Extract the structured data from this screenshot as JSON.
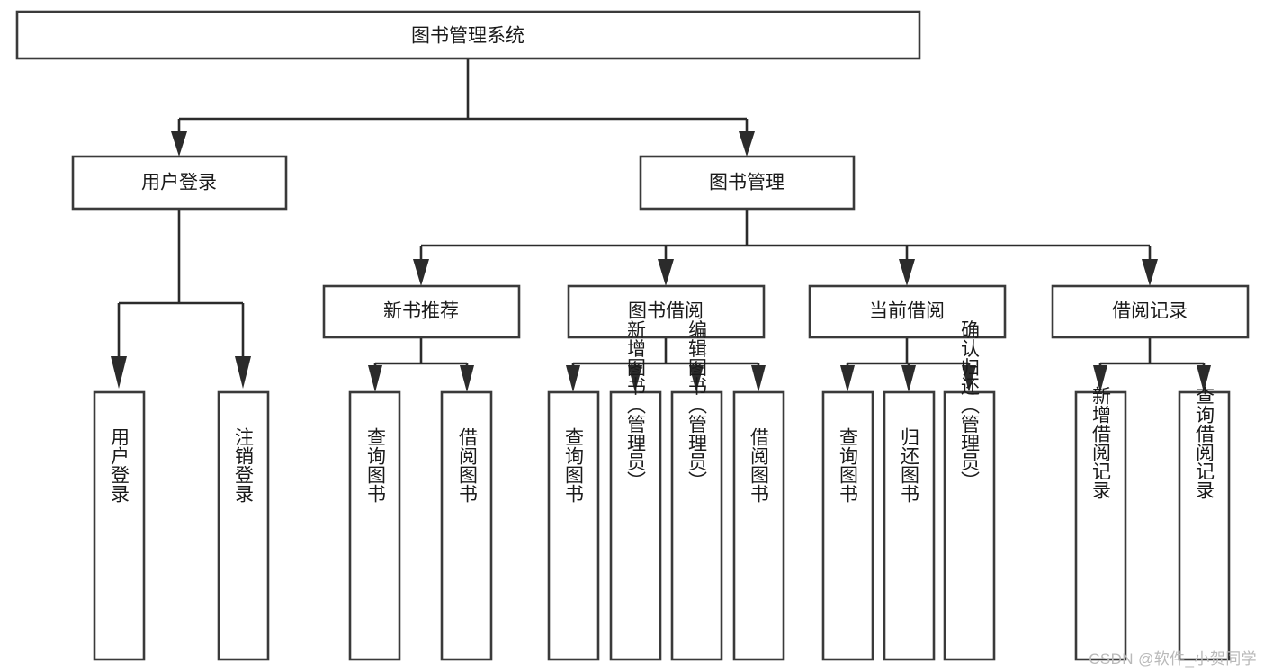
{
  "diagram": {
    "type": "tree",
    "title": "图书管理系统",
    "orientation": "top-down",
    "style": {
      "background": "#ffffff",
      "box_fill": "#ffffff",
      "box_stroke": "#3a3a3a",
      "connector_stroke": "#2b2b2b",
      "label_color": "#1a1a1a",
      "watermark_color": "#b9b9b9"
    },
    "root": {
      "label": "图书管理系统"
    },
    "level2": [
      {
        "label": "用户登录"
      },
      {
        "label": "图书管理"
      }
    ],
    "level3": [
      {
        "label": "新书推荐"
      },
      {
        "label": "图书借阅"
      },
      {
        "label": "当前借阅"
      },
      {
        "label": "借阅记录"
      }
    ],
    "leaves": {
      "user_login": [
        {
          "label": "用户登录"
        },
        {
          "label": "注销登录"
        }
      ],
      "new_book": [
        {
          "label": "查询图书"
        },
        {
          "label": "借阅图书"
        }
      ],
      "book_borrow": [
        {
          "label": "查询图书"
        },
        {
          "label": "新增图书（管理员）"
        },
        {
          "label": "编辑图书（管理员）"
        },
        {
          "label": "借阅图书"
        }
      ],
      "current_borrow": [
        {
          "label": "查询图书"
        },
        {
          "label": "归还图书"
        },
        {
          "label": "确认归还（管理员）"
        }
      ],
      "borrow_record": [
        {
          "label": "新增借阅记录"
        },
        {
          "label": "查询借阅记录"
        }
      ]
    }
  },
  "watermark": {
    "text": "CSDN @软件_小贺同学"
  }
}
